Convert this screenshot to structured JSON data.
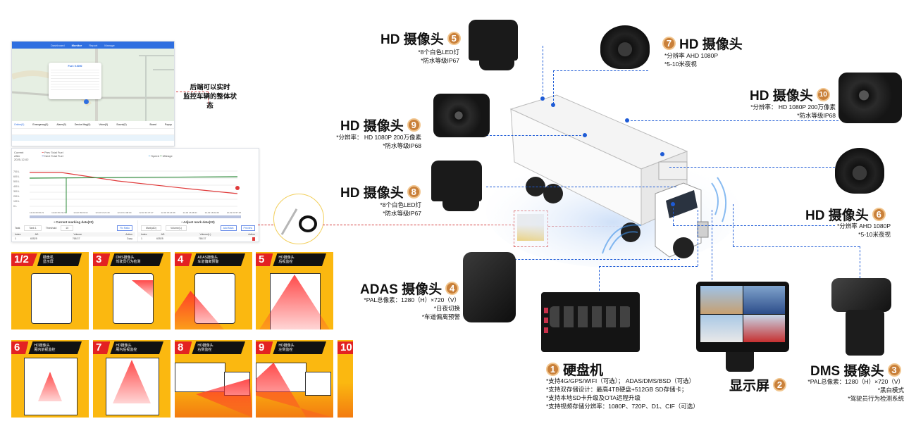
{
  "software": {
    "monitor_caption": "后端可以实时\n监控车辆的整体状态",
    "nav_tabs": [
      "Dashboard",
      "Monitor",
      "Report",
      "Manage"
    ],
    "popup_title": "Fuel: 5.0000",
    "bottom_tabs": [
      "Online(0)",
      "Emergency(0)",
      "Alarm(0)",
      "Device Msg(0)",
      "Voice(0)",
      "Sound(0)"
    ],
    "bottom_actions": [
      "Board",
      "Popup"
    ],
    "chart_legend_current": "Current",
    "chart_legend_after": "After",
    "chart_date": "2025-12-02",
    "chart_series": [
      "Prev Total Fuel",
      "Next Total Fuel",
      "Speed",
      "Mileage"
    ],
    "y_ticks": [
      "700 L",
      "600 L",
      "500 L",
      "400 L",
      "300 L",
      "200 L",
      "100 L",
      "0 L"
    ],
    "x_ticks": [
      "12-02 00:00:21",
      "12-02 06:23:21",
      "12-02 09:03:16",
      "12-02 10:21:49",
      "12-02 11:48:00",
      "12-02 13:37:47",
      "12-02 15:24:36",
      "12-02 16:48:41",
      "12-02 18:22:26",
      "12-02 21:57:18"
    ],
    "current_marking_title": "• Current marking data(22)",
    "adjust_mark_title": "• Adjust mark data(22)",
    "tank_label": "Tank",
    "tank_value": "Tank 1",
    "threshold_label": "Threshold",
    "threshold_value": "10",
    "fix_ratio_btn": "Fix Ratio",
    "mark_ad_placeholder": "Mark(AD)",
    "volume_placeholder": "Volume(L)",
    "add_mark_btn": "Add Mark",
    "preview_btn": "Preview",
    "table_headers_left": [
      "Index",
      "AD",
      "Volume",
      "Action"
    ],
    "table_headers_right": [
      "Index",
      "AD",
      "Volume(L)",
      "Action"
    ],
    "table_row_left": [
      "1",
      "63525",
      "768.37",
      "Copy"
    ],
    "table_row_right": [
      "1",
      "63525",
      "768.37",
      ""
    ]
  },
  "tiles": [
    {
      "num": "1/2",
      "label": "硬盘机\n显示屏"
    },
    {
      "num": "3",
      "label": "DMS摄像头\n驾驶员行为检测"
    },
    {
      "num": "4",
      "label": "ADAS摄像头\n车道偏离预警"
    },
    {
      "num": "5",
      "label": "HD摄像头\n后视监控"
    },
    {
      "num": "6",
      "label": "HD摄像头\n厢内前视监控"
    },
    {
      "num": "7",
      "label": "HD摄像头\n厢内后视监控"
    },
    {
      "num": "8",
      "label": "HD摄像头\n右侧监控"
    },
    {
      "num": "9",
      "label": "HD摄像头\n左侧监控"
    },
    {
      "num": "10",
      "label": ""
    }
  ],
  "cameras": {
    "cam5": {
      "title": "HD 摄像头",
      "num": "5",
      "specs": [
        "*8个白色LED灯",
        "*防水等级IP67"
      ]
    },
    "cam7": {
      "title": "HD 摄像头",
      "num": "7",
      "specs": [
        "*分辨率 AHD 1080P",
        "*5-10米夜视"
      ]
    },
    "cam10": {
      "title": "HD 摄像头",
      "num": "10",
      "specs": [
        "*分辨率： HD 1080P 200万像素",
        "*防水等级IP68"
      ]
    },
    "cam9": {
      "title": "HD 摄像头",
      "num": "9",
      "specs": [
        "*分辨率： HD 1080P 200万像素",
        "*防水等级IP68"
      ]
    },
    "cam8": {
      "title": "HD 摄像头",
      "num": "8",
      "specs": [
        "*8个白色LED灯",
        "*防水等级IP67"
      ]
    },
    "cam6": {
      "title": "HD 摄像头",
      "num": "6",
      "specs": [
        "*分辨率 AHD 1080P",
        "*5-10米夜视"
      ]
    },
    "adas": {
      "title": "ADAS 摄像头",
      "num": "4",
      "specs": [
        "*PAL总像素：1280（H）×720（V）",
        "*日夜切换",
        "*车道偏离预警"
      ]
    },
    "dms": {
      "title": "DMS 摄像头",
      "num": "3",
      "specs": [
        "*PAL总像素：1280（H）×720（V）",
        "*黑白模式",
        "*驾驶员行为检测系统"
      ]
    }
  },
  "mdvr": {
    "title": "硬盘机",
    "num": "1",
    "specs": [
      "*支持4G/GPS/WIFI（可选）； ADAS/DMS/BSD（可选）",
      "*支持双存储设计：最高4TB硬盘+512GB SD存储卡；",
      "*支持本地SD卡升级及OTA远程升级",
      "*支持视频存储分辨率：1080P、720P、D1、CIF（可选）"
    ]
  },
  "monitor": {
    "title": "显示屏",
    "num": "2"
  }
}
